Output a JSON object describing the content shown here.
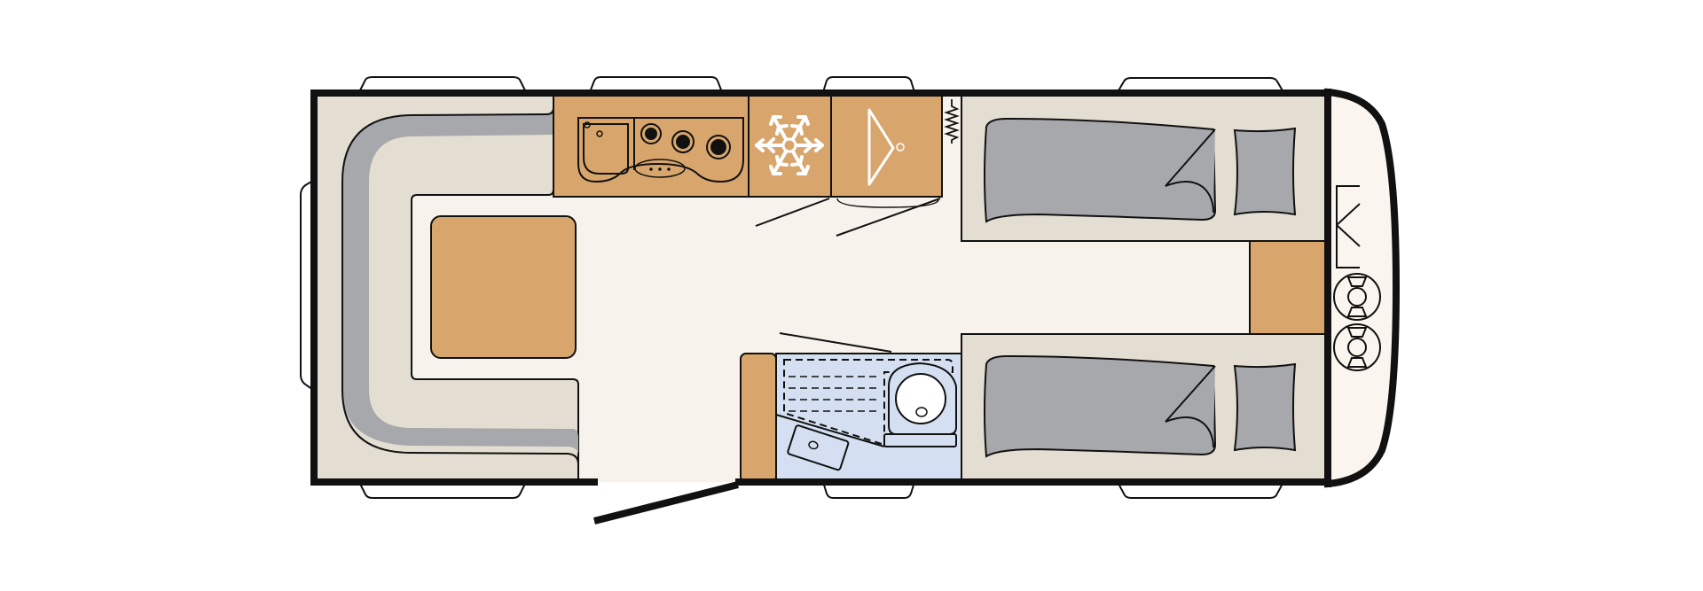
{
  "floorplan": {
    "colors": {
      "wall": "#111111",
      "floor": "#f7f3ec",
      "furniture_base": "#e4ddd2",
      "wood": "#d8a66d",
      "cushion": "#a6a8ab",
      "bathroom": "#d4e0f1",
      "front_cap": "#faf6ef",
      "window": "#ffffff"
    },
    "zones": [
      "u-shaped-seating",
      "dining-table",
      "kitchen-sink-and-hob",
      "fridge",
      "wardrobe",
      "single-bed-left",
      "single-bed-right",
      "bedside-cabinet",
      "washroom-shower",
      "washroom-toilet",
      "washroom-basin",
      "entrance-door",
      "front-locker"
    ],
    "icons": [
      "snowflake-icon",
      "coat-hanger-icon",
      "radiator-icon",
      "gas-bottle-icon"
    ]
  }
}
